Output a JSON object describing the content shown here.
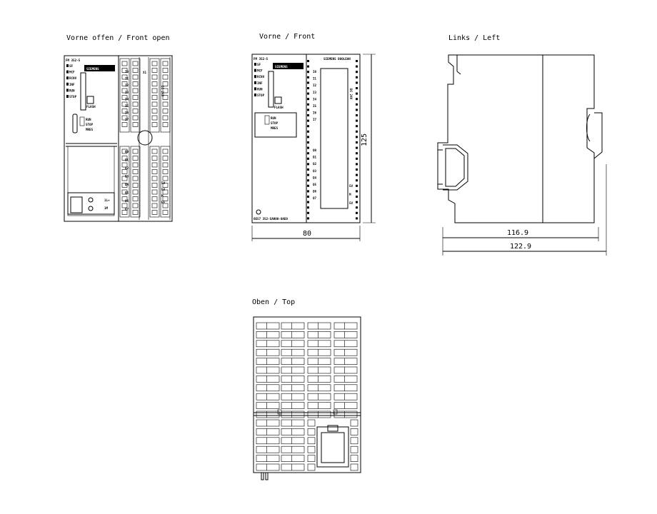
{
  "views": {
    "front_open": {
      "caption": "Vorne offen / Front open",
      "module": "FM 352-5",
      "leds": [
        "SF",
        "MCF",
        "RCNV",
        "INF",
        "RUN",
        "STOP"
      ],
      "badge": "SIEMENS",
      "card_label": "FLASH",
      "switch_labels": [
        "RUN",
        "STOP",
        "MRES"
      ],
      "inputs": [
        "I0",
        "I1",
        "I2",
        "I3",
        "I4",
        "I5",
        "I6",
        "I7"
      ],
      "outputs": [
        "Q0",
        "Q1",
        "Q2",
        "Q3",
        "Q4",
        "Q5",
        "Q6",
        "Q7"
      ],
      "right_top": [
        "X1",
        "DC 24V"
      ],
      "right_bottom": [
        "5V",
        "5V",
        "M",
        "EF"
      ],
      "terminal_labels": [
        "1L+",
        "1M"
      ]
    },
    "front": {
      "caption": "Vorne / Front",
      "module": "FM 352-5",
      "leds": [
        "SF",
        "MCF",
        "RCNV",
        "INF",
        "RUN",
        "STOP"
      ],
      "badge": "SIEMENS",
      "card_label": "FLASH",
      "switch_labels": [
        "RUN",
        "STOP",
        "MRES"
      ],
      "top_label": "SIEMENS BOOLEAN",
      "inputs": [
        "I0",
        "I1",
        "I2",
        "I3",
        "I4",
        "I5",
        "I6",
        "I7"
      ],
      "outputs": [
        "Q0",
        "Q1",
        "Q2",
        "Q3",
        "Q4",
        "Q5",
        "Q6",
        "Q7"
      ],
      "right_top": [
        "DC 24V"
      ],
      "right_bottom": [
        "5V",
        "M",
        "5V"
      ],
      "order_number": "6ES7 352-5AH00-0AE0",
      "width_dim": "80",
      "height_dim": "125"
    },
    "left": {
      "caption": "Links / Left",
      "dim_inner": "116.9",
      "dim_outer": "122.9"
    },
    "top": {
      "caption": "Oben / Top"
    }
  }
}
